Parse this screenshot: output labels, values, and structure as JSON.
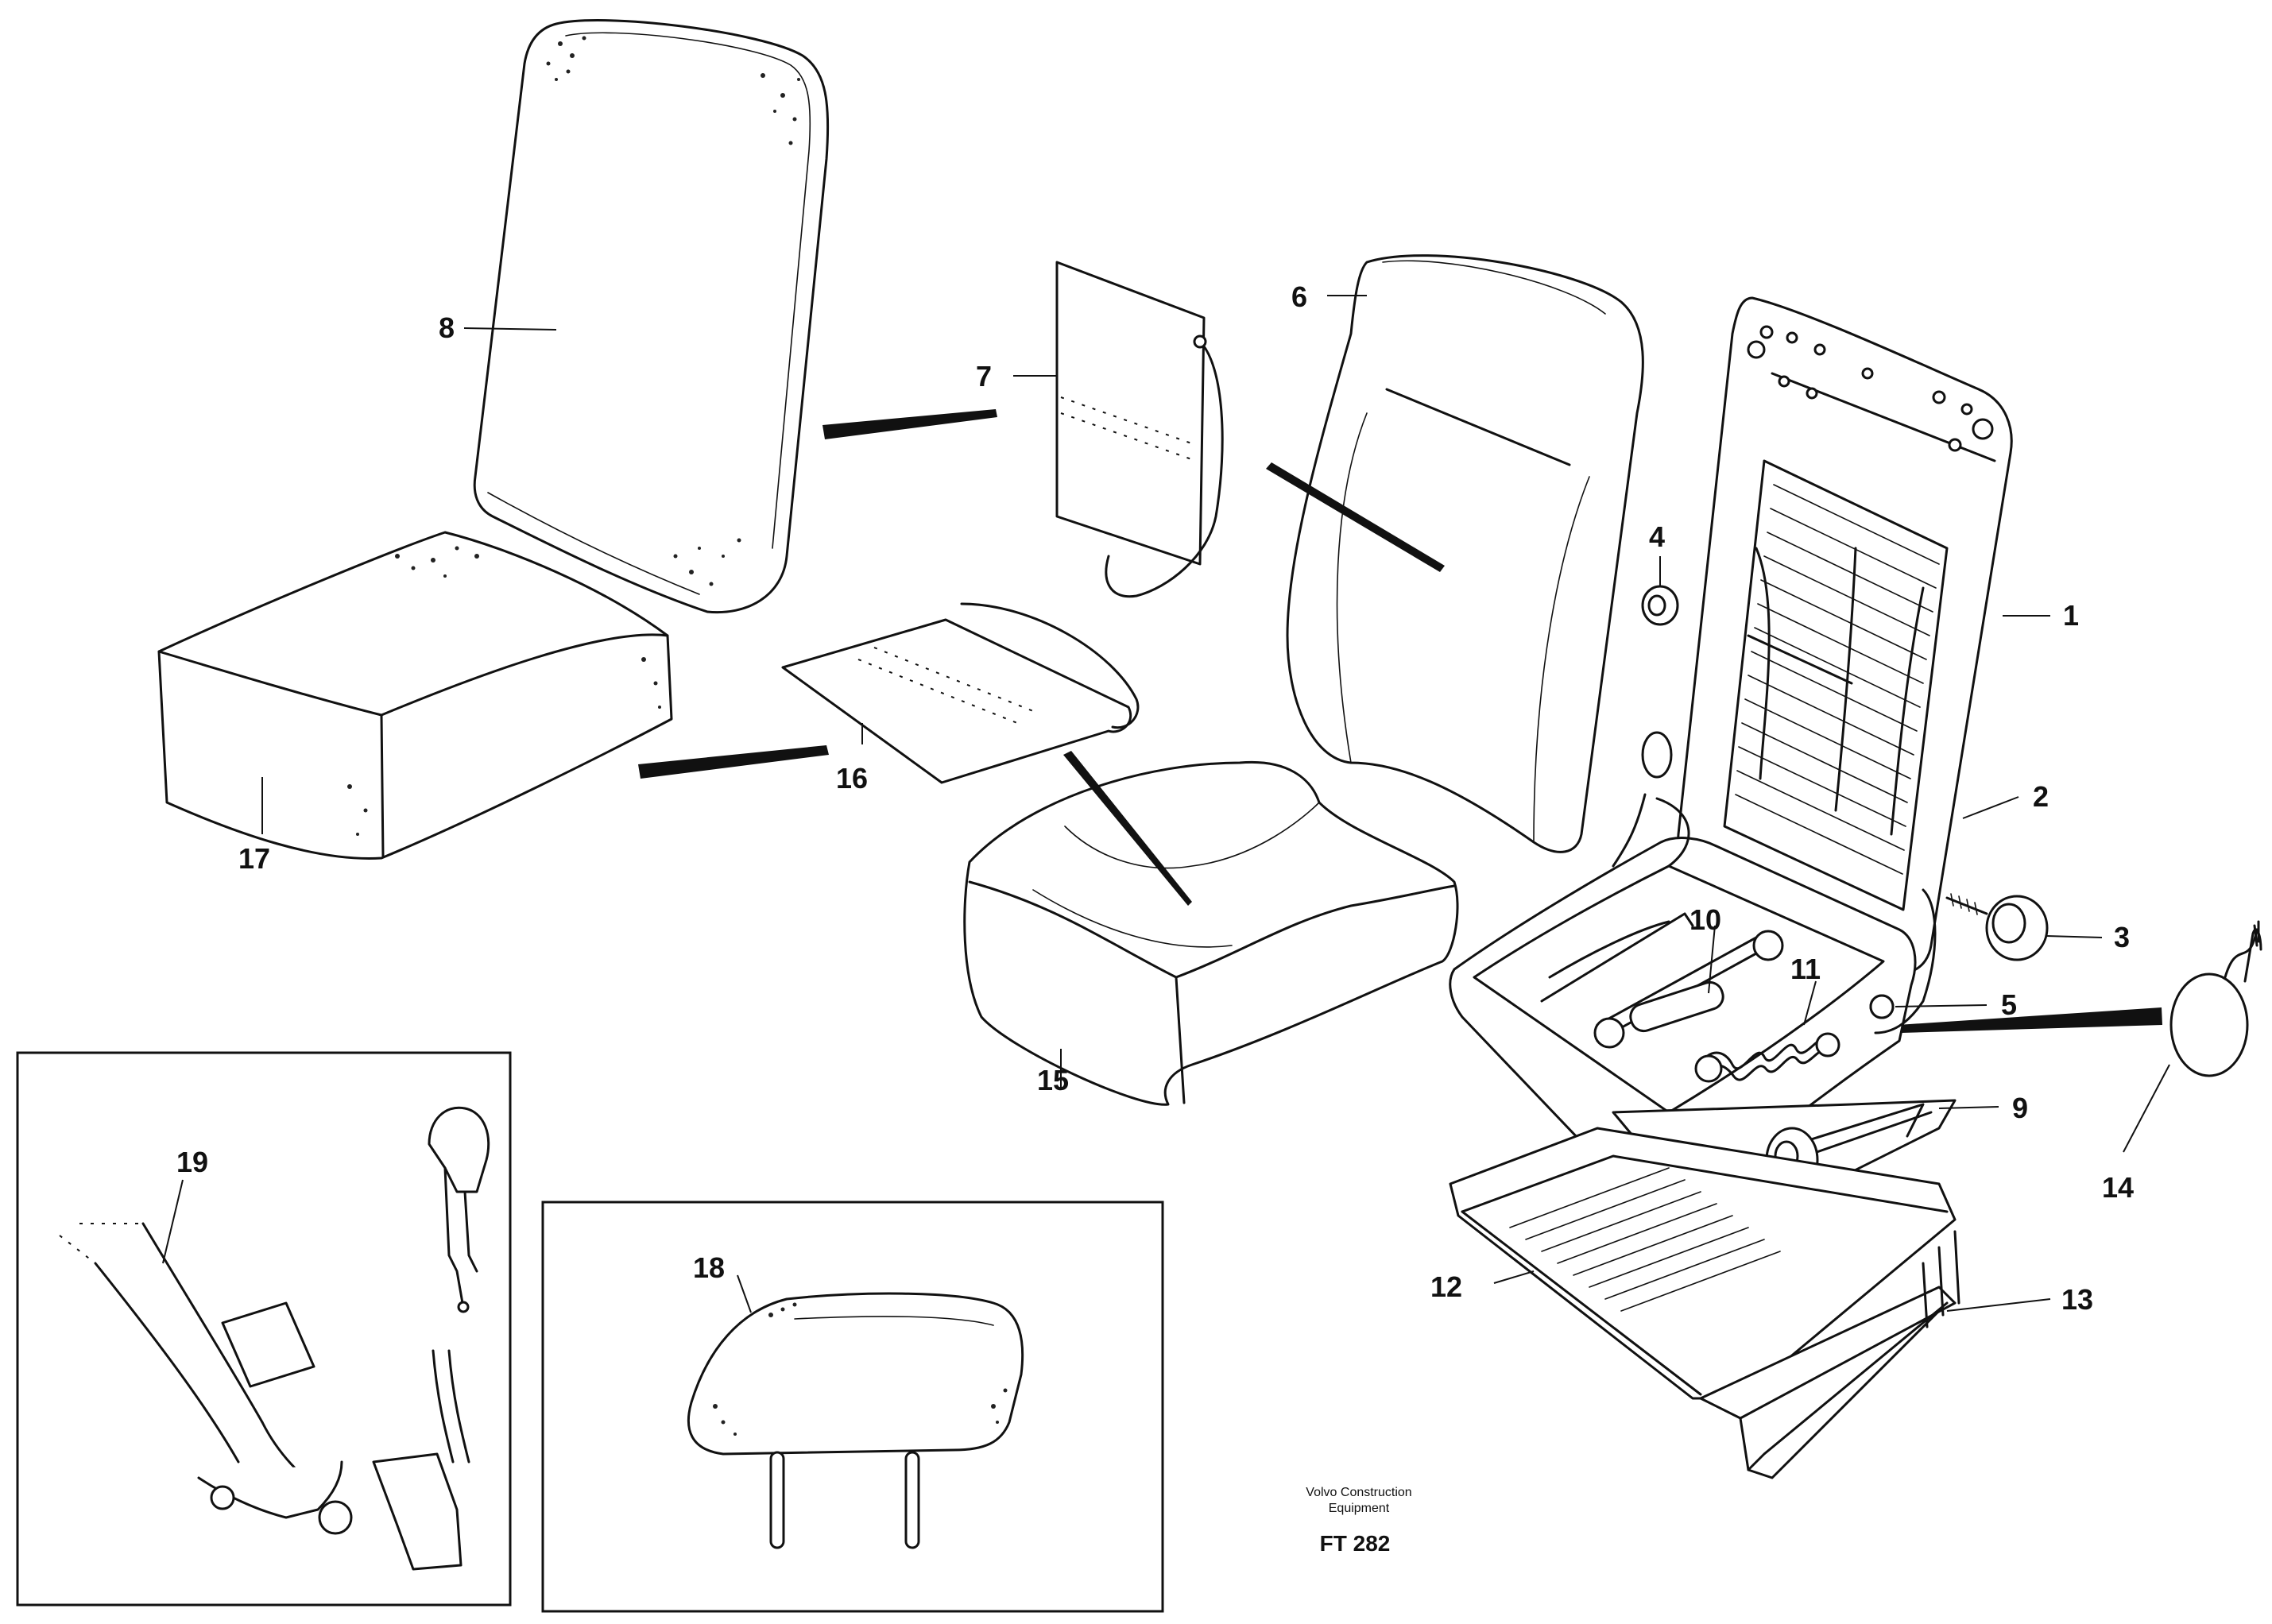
{
  "callouts": {
    "c1": "1",
    "c2": "2",
    "c3": "3",
    "c4": "4",
    "c5": "5",
    "c6": "6",
    "c7": "7",
    "c8": "8",
    "c9": "9",
    "c10": "10",
    "c11": "11",
    "c12": "12",
    "c13": "13",
    "c14": "14",
    "c15": "15",
    "c16": "16",
    "c17": "17",
    "c18": "18",
    "c19": "19"
  },
  "footer": {
    "brand_line1": "Volvo Construction",
    "brand_line2": "Equipment",
    "drawing_code": "FT 282"
  }
}
